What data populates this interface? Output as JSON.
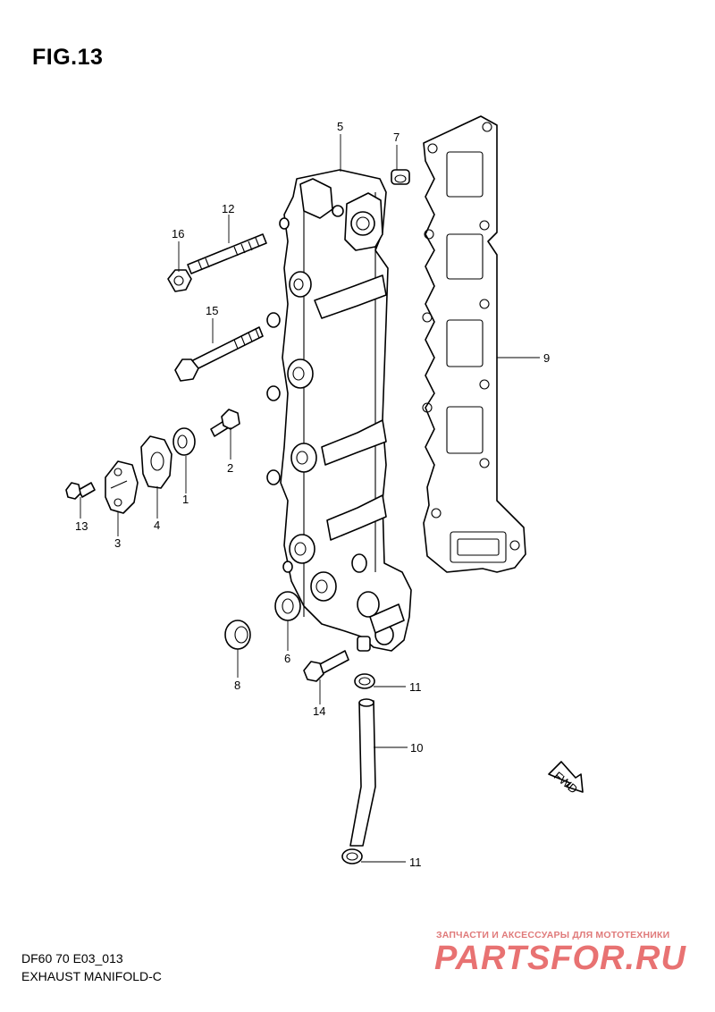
{
  "figure": {
    "title": "FIG.13"
  },
  "footer": {
    "model_code": "DF60 70 E03_013",
    "diagram_name": "EXHAUST MANIFOLD-C"
  },
  "watermark": {
    "subtitle": "ЗАПЧАСТИ И АКСЕССУАРЫ ДЛЯ МОТОТЕХНИКИ",
    "logo_text": "PARTSFOR.RU",
    "color": "#e45a5a"
  },
  "fwd_marker": {
    "label": "FWD"
  },
  "callouts": {
    "c1": "1",
    "c2": "2",
    "c3": "3",
    "c4": "4",
    "c5": "5",
    "c6": "6",
    "c7": "7",
    "c8": "8",
    "c9": "9",
    "c10": "10",
    "c11a": "11",
    "c11b": "11",
    "c12": "12",
    "c13": "13",
    "c14": "14",
    "c15": "15",
    "c16": "16"
  }
}
